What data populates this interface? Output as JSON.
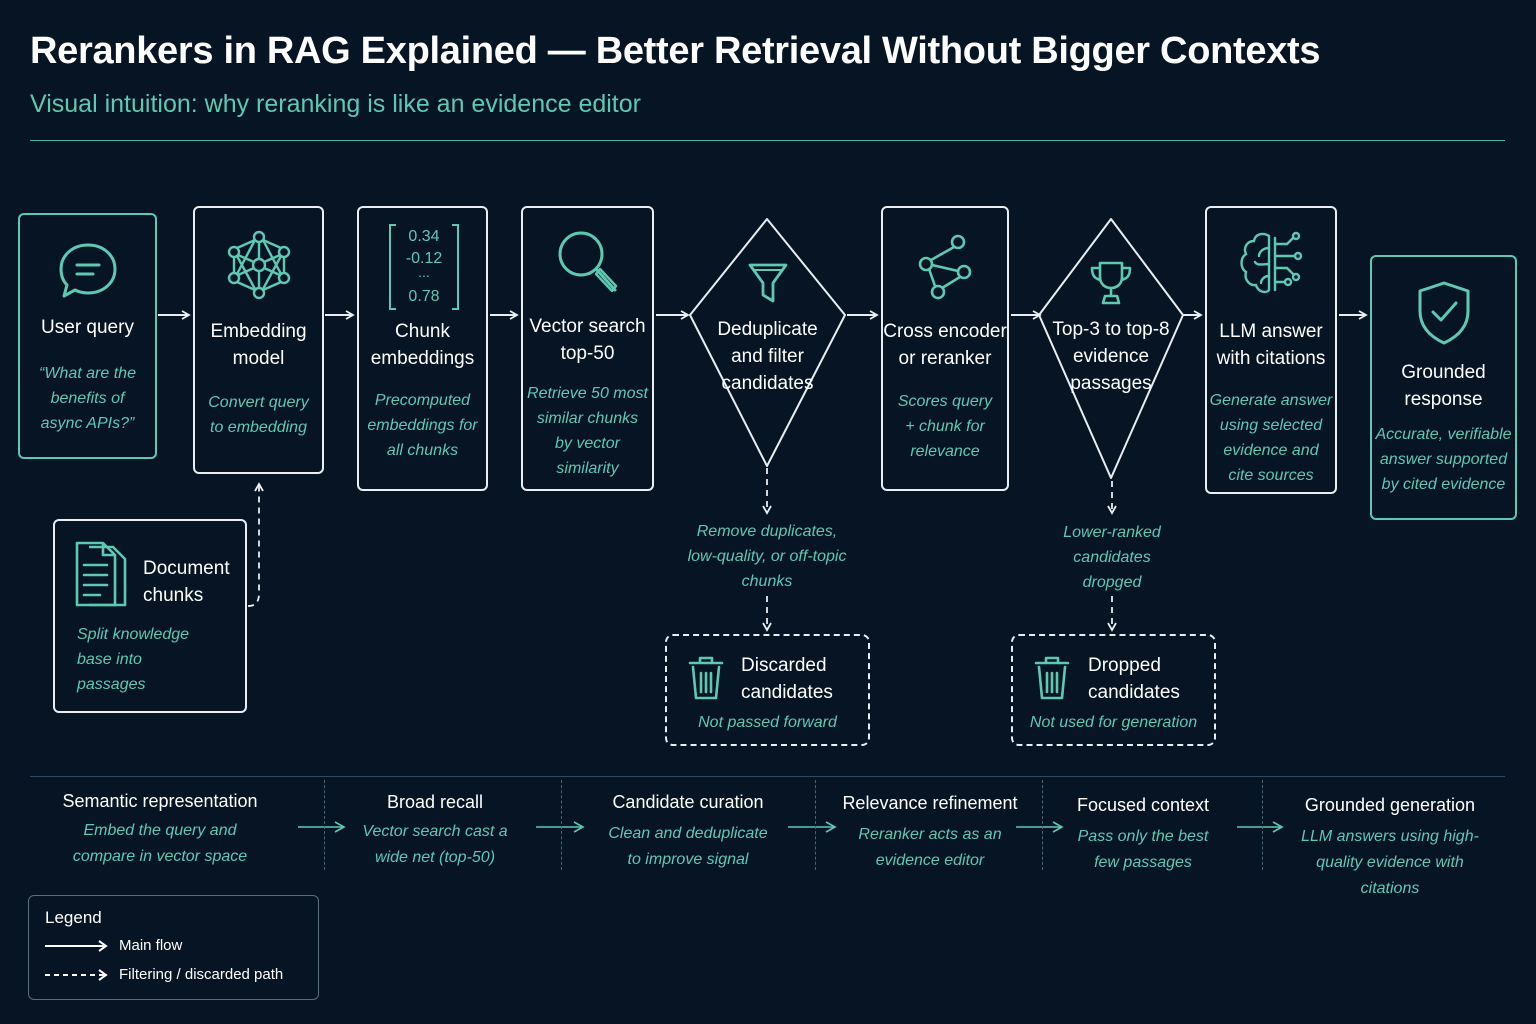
{
  "header": {
    "title": "Rerankers in RAG Explained — Better Retrieval Without Bigger Contexts",
    "subtitle": "Visual intuition: why reranking is like an evidence editor"
  },
  "pipeline": {
    "user_query": {
      "title": "User query",
      "desc": "“What are the\nbenefits of\nasync APIs?”",
      "icon": "chat-bubble-icon"
    },
    "embedding_model": {
      "title": "Embedding\nmodel",
      "desc": "Convert query\nto embedding",
      "icon": "neural-network-icon"
    },
    "chunk_embeddings": {
      "title": "Chunk\nembeddings",
      "desc": "Precomputed\nembeddings for\nall chunks",
      "vector": [
        "0.34",
        "-0.12",
        "...",
        "0.78"
      ],
      "icon": "vector-icon"
    },
    "vector_search": {
      "title": "Vector search\ntop-50",
      "desc": "Retrieve 50 most\nsimilar chunks\nby vector\nsimilarity",
      "icon": "magnifier-icon"
    },
    "deduplicate": {
      "title": "Deduplicate\nand filter\ncandidates",
      "icon": "funnel-icon"
    },
    "cross_encoder": {
      "title": "Cross encoder\nor reranker",
      "desc": "Scores query\n+ chunk for\nrelevance",
      "icon": "graph-nodes-icon"
    },
    "top_k": {
      "title": "Top-3 to top-8\nevidence\npassages",
      "icon": "trophy-icon"
    },
    "llm_answer": {
      "title": "LLM answer\nwith citations",
      "desc": "Generate answer\nusing selected\nevidence and\ncite sources",
      "icon": "brain-circuit-icon"
    },
    "grounded": {
      "title": "Grounded\nresponse",
      "desc": "Accurate, verifiable\nanswer supported\nby cited evidence",
      "icon": "shield-check-icon"
    },
    "document_chunks": {
      "title": "Document\nchunks",
      "desc": "Split knowledge\nbase into\npassages",
      "icon": "document-icon"
    }
  },
  "filters": {
    "dedupe_note": "Remove duplicates,\nlow-quality, or off-topic\nchunks",
    "discarded": {
      "title": "Discarded\ncandidates",
      "desc": "Not passed forward",
      "icon": "trash-icon"
    },
    "rerank_note": "Lower-ranked\ncandidates\ndropged",
    "dropped": {
      "title": "Dropped\ncandidates",
      "desc": "Not used for generation",
      "icon": "trash-icon"
    }
  },
  "stages": [
    {
      "title": "Semantic representation",
      "desc": "Embed the query and\ncompare in vector space"
    },
    {
      "title": "Broad recall",
      "desc": "Vector search cast a\nwide net (top-50)"
    },
    {
      "title": "Candidate curation",
      "desc": "Clean and deduplicate\nto improve signal"
    },
    {
      "title": "Relevance refinement",
      "desc": "Reranker acts as an\nevidence editor"
    },
    {
      "title": "Focused context",
      "desc": "Pass only the best\nfew passages"
    },
    {
      "title": "Grounded generation",
      "desc": "LLM answers using high-\nquality evidence with\ncitations"
    }
  ],
  "legend": {
    "title": "Legend",
    "main_flow": "Main flow",
    "filter_path": "Filtering / discarded path"
  },
  "colors": {
    "background": "#061424",
    "accent": "#5ec9b1",
    "line": "#e8eef2"
  }
}
